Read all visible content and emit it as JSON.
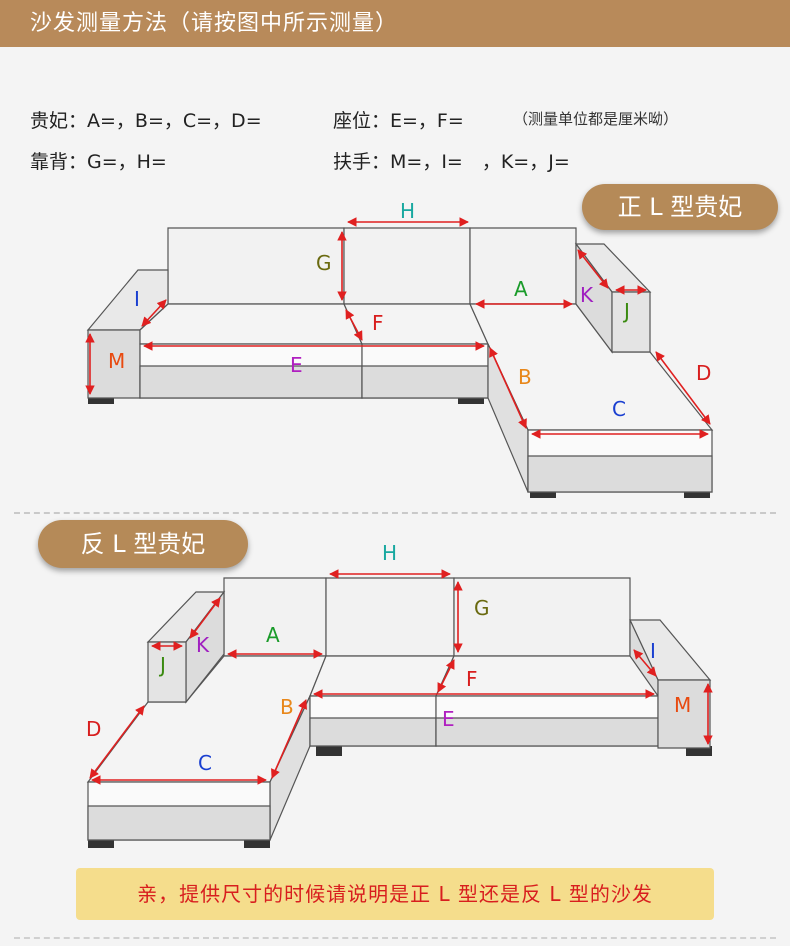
{
  "header": {
    "title": "沙发测量方法",
    "subtitle": "（请按图中所示测量）"
  },
  "info": {
    "chaise_label": "贵妃：A=，B=，C=，D=",
    "seat_label": "座位：E=，F=",
    "unit_note": "（测量单位都是厘米呦）",
    "back_label": "靠背：G=，H=",
    "arm_label": "扶手：M=，I=　，K=，J="
  },
  "sections": {
    "right_l": "正 L 型贵妃",
    "left_l": "反 L 型贵妃"
  },
  "labels": {
    "A": "A",
    "B": "B",
    "C": "C",
    "D": "D",
    "E": "E",
    "F": "F",
    "G": "G",
    "H": "H",
    "I": "I",
    "J": "J",
    "K": "K",
    "M": "M"
  },
  "colors": {
    "arrow": "#e02020",
    "A": "#1a9b2a",
    "B": "#e8871a",
    "C": "#1a3fd0",
    "D": "#d81e1e",
    "E": "#b020c0",
    "F": "#d81e1e",
    "G": "#6a6a10",
    "H": "#18a8a0",
    "I": "#1a3fd0",
    "J": "#3a8a10",
    "K": "#a020c0",
    "M": "#e84a10",
    "header_bg": "#b88a5a",
    "pill_bg": "#b58a58",
    "notice_bg": "#f5dd8c"
  },
  "notice": "亲，提供尺寸的时候请说明是正 L 型还是反 L 型的沙发"
}
